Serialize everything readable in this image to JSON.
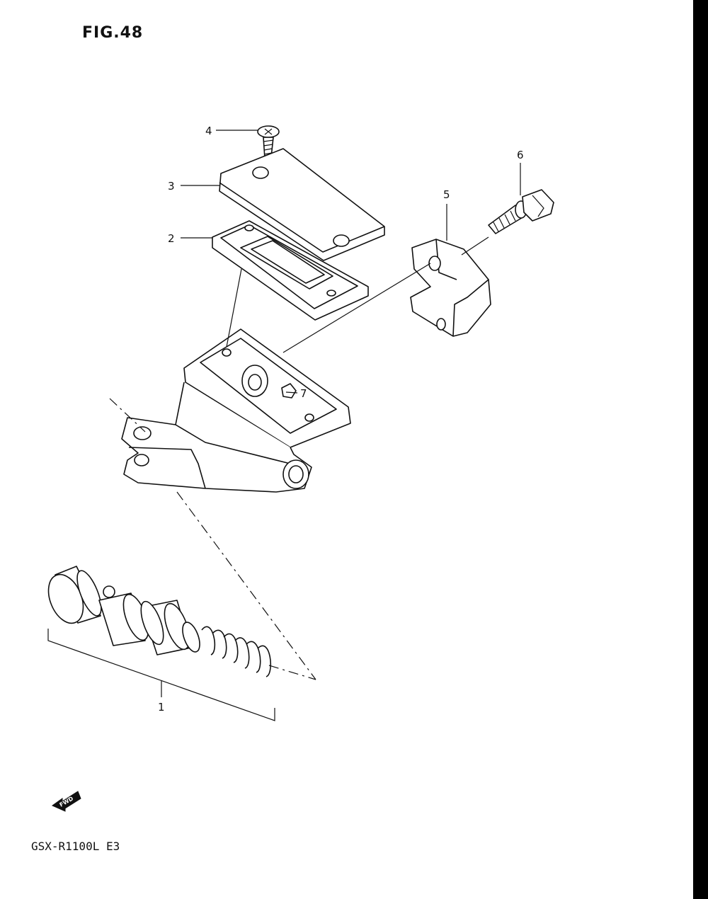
{
  "figure": {
    "title": "FIG.48",
    "model_code": "GSX-R1100L E3",
    "fwd_label": "FWD"
  },
  "callouts": [
    {
      "id": "1",
      "label": "1"
    },
    {
      "id": "2",
      "label": "2"
    },
    {
      "id": "3",
      "label": "3"
    },
    {
      "id": "4",
      "label": "4"
    },
    {
      "id": "5",
      "label": "5"
    },
    {
      "id": "6",
      "label": "6"
    },
    {
      "id": "7",
      "label": "7"
    }
  ]
}
